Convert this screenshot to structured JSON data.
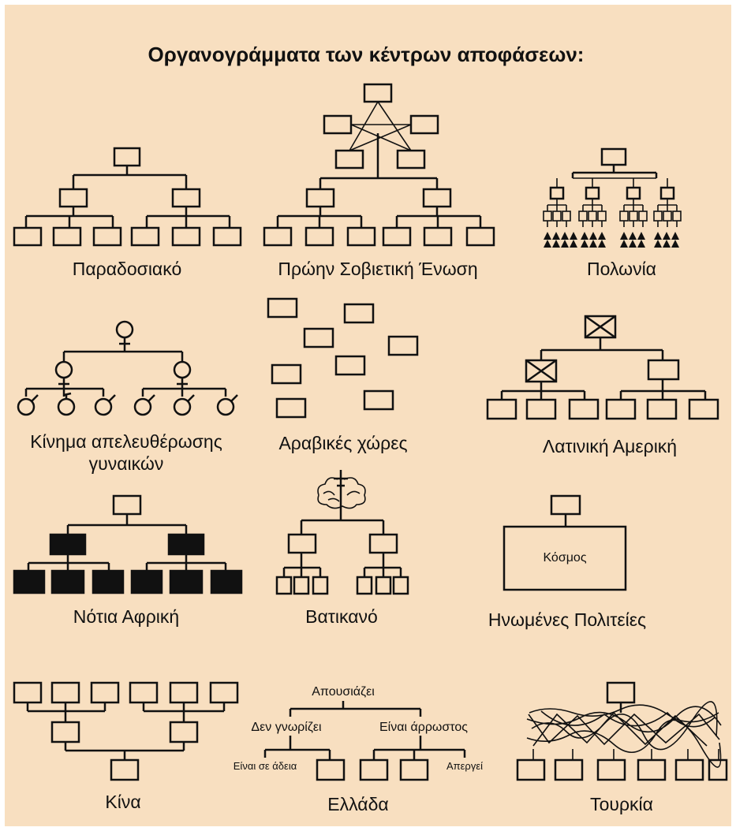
{
  "title": "Οργανογράμματα των κέντρων αποφάσεων:",
  "panels": {
    "traditional": "Παραδοσιακό",
    "ussr": "Πρώην Σοβιετική Ένωση",
    "poland": "Πολωνία",
    "womens_lib_line1": "Κίνημα απελευθέρωσης",
    "womens_lib_line2": "γυναικών",
    "arab": "Αραβικές χώρες",
    "latin_america": "Λατινική Αμερική",
    "south_africa": "Νότια Αφρική",
    "vatican": "Βατικανό",
    "usa": "Ηνωμένες Πολιτείες",
    "usa_box": "Κόσμος",
    "china": "Κίνα",
    "greece": "Ελλάδα",
    "turkey": "Τουρκία"
  },
  "greece_nodes": {
    "top": "Απουσιάζει",
    "left": "Δεν γνωρίζει",
    "right": "Είναι άρρωστος",
    "bottom_left": "Είναι σε άδεια",
    "bottom_right": "Απεργεί"
  },
  "colors": {
    "background": "#f8dfc0",
    "ink": "#111111"
  }
}
